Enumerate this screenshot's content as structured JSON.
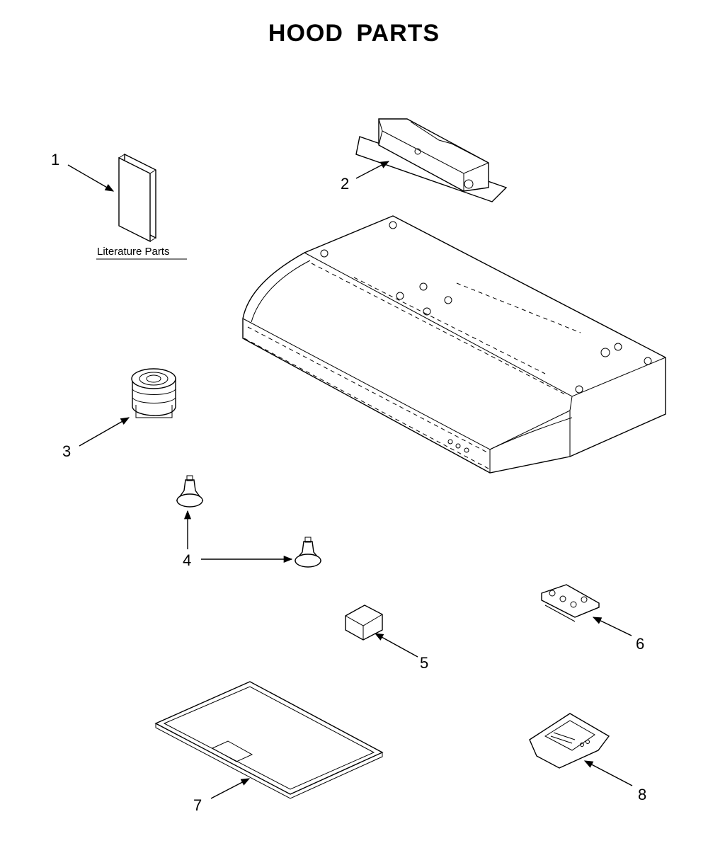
{
  "title": "HOOD PARTS",
  "literature_label": "Literature Parts",
  "callouts": [
    {
      "id": "1",
      "label": "1"
    },
    {
      "id": "2",
      "label": "2"
    },
    {
      "id": "3",
      "label": "3"
    },
    {
      "id": "4",
      "label": "4"
    },
    {
      "id": "5",
      "label": "5"
    },
    {
      "id": "6",
      "label": "6"
    },
    {
      "id": "7",
      "label": "7"
    },
    {
      "id": "8",
      "label": "8"
    }
  ]
}
